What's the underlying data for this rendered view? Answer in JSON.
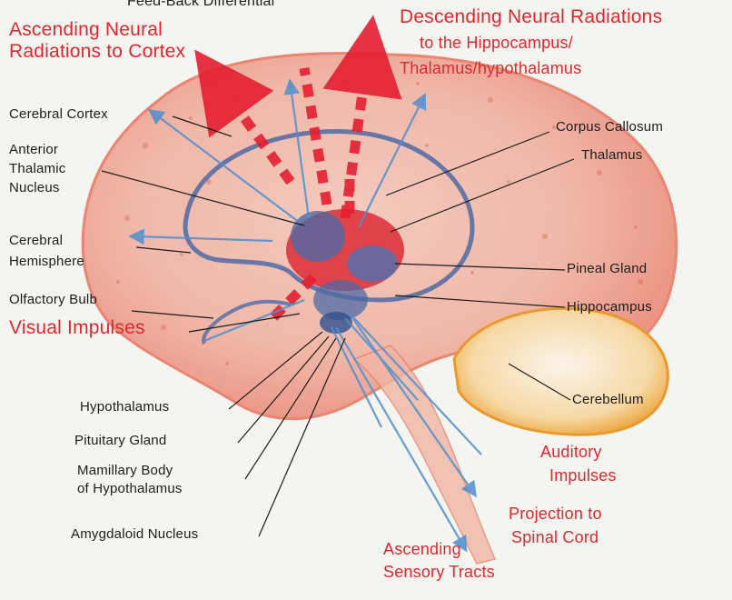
{
  "colors": {
    "background": "#f4f4f0",
    "tissue": "#e97966",
    "cerebellum": "#efa23a",
    "ventricle": "#4e6aa6",
    "neural_arrow": "#e51e30",
    "sensory_arrow": "#4d8fd0",
    "label_red": "#e2262c",
    "label_dark": "#1c1c1c"
  },
  "labels": {
    "feedback": "Feed-Back Differential",
    "ascending_cortex_1": "Ascending Neural",
    "ascending_cortex_2": "Radiations to Cortex",
    "descending_1": "Descending Neural Radiations",
    "descending_2": "to the Hippocampus/",
    "descending_3": "Thalamus/hypothalamus",
    "cerebral_cortex": "Cerebral Cortex",
    "anterior_1": "Anterior",
    "anterior_2": "Thalamic",
    "anterior_3": "Nucleus",
    "hemisphere_1": "Cerebral",
    "hemisphere_2": "Hemisphere",
    "olfactory": "Olfactory Bulb",
    "visual": "Visual Impulses",
    "corpus": "Corpus Callosum",
    "thalamus": "Thalamus",
    "pineal": "Pineal Gland",
    "hippocampus": "Hippocampus",
    "cerebellum": "Cerebellum",
    "hypothalamus": "Hypothalamus",
    "pituitary": "Pituitary Gland",
    "mamillary_1": "Mamillary Body",
    "mamillary_2": "of Hypothalamus",
    "amygdaloid": "Amygdaloid Nucleus",
    "auditory_1": "Auditory",
    "auditory_2": "Impulses",
    "projection_1": "Projection to",
    "projection_2": "Spinal Cord",
    "sensory_1": "Ascending",
    "sensory_2": "Sensory Tracts"
  }
}
